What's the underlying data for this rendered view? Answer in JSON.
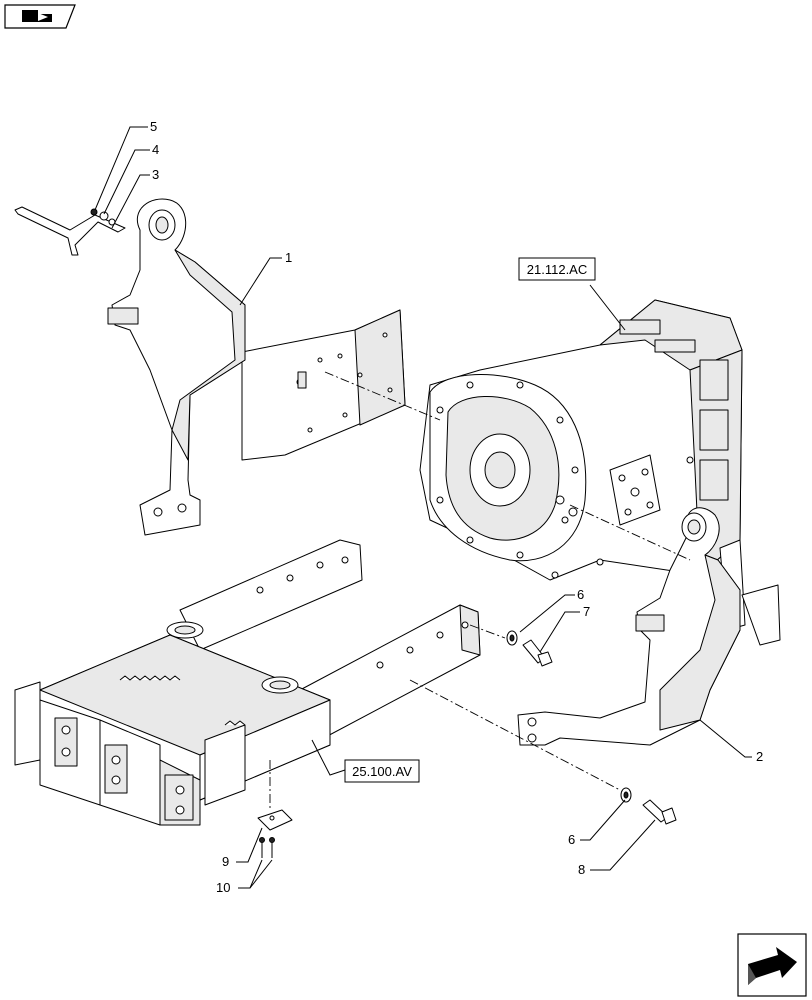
{
  "diagram": {
    "callouts": {
      "c1": "1",
      "c2": "2",
      "c3": "3",
      "c4": "4",
      "c5": "5",
      "c6a": "6",
      "c6b": "6",
      "c7": "7",
      "c8": "8",
      "c9": "9",
      "c10": "10"
    },
    "references": {
      "transmission": "21.112.AC",
      "frame": "25.100.AV"
    },
    "icons": {
      "top_left": "assembly-book-icon",
      "bottom_right": "next-page-arrow-icon"
    }
  }
}
